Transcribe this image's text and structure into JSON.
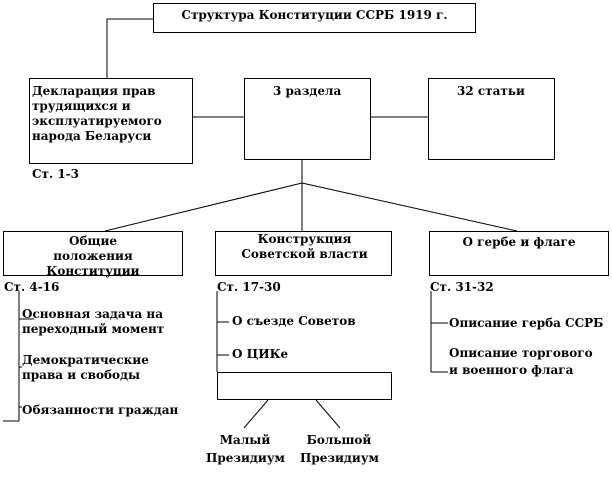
{
  "title": "Структура Конституции ССРБ 1919 г.",
  "top_row": {
    "declaration": "Декларация прав трудящихся и эксплуатируемого народа Беларуси",
    "declaration_articles": "Ст. 1-3",
    "sections": "3 раздела",
    "articles": "32 статьи"
  },
  "sections": [
    {
      "title": "Общие положения Конституции",
      "articles": "Ст. 4-16",
      "items": [
        "Основная задача на переходный момент",
        "Демократические права и свободы",
        "Обязанности граждан"
      ]
    },
    {
      "title": "Конструкция Советской власти",
      "articles": "Ст. 17-30",
      "items": [
        "О съезде Советов",
        "О ЦИКе"
      ],
      "presidium": [
        "Малый Президиум",
        "Большой Президиум"
      ]
    },
    {
      "title": "О гербе и флаге",
      "articles": "Ст. 31-32",
      "items": [
        "Описание герба ССРБ",
        "Описание торгового и военного флага"
      ]
    }
  ]
}
